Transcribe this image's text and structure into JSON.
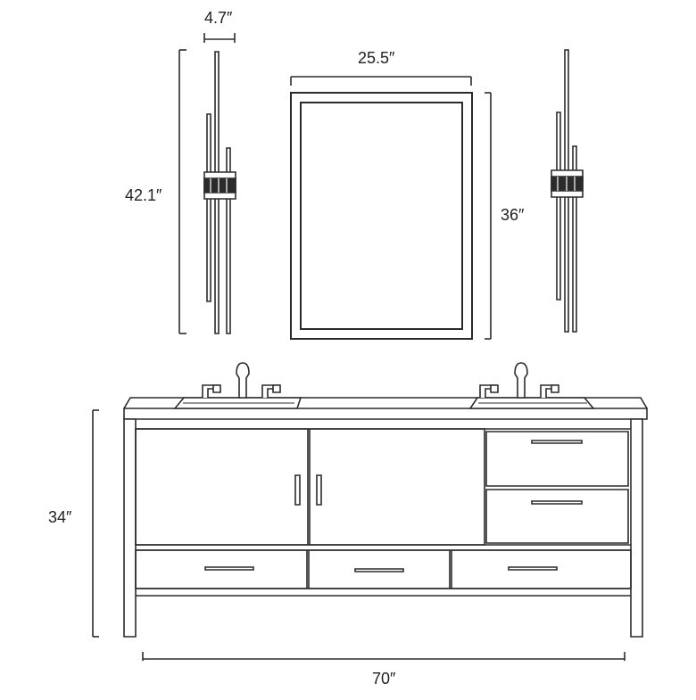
{
  "dimensions": {
    "sconce_width": "4.7″",
    "sconce_height": "42.1″",
    "mirror_width": "25.5″",
    "mirror_height": "36″",
    "vanity_height": "34″",
    "vanity_width": "70″"
  },
  "colors": {
    "line": "#2b2b2b",
    "background": "#ffffff"
  }
}
